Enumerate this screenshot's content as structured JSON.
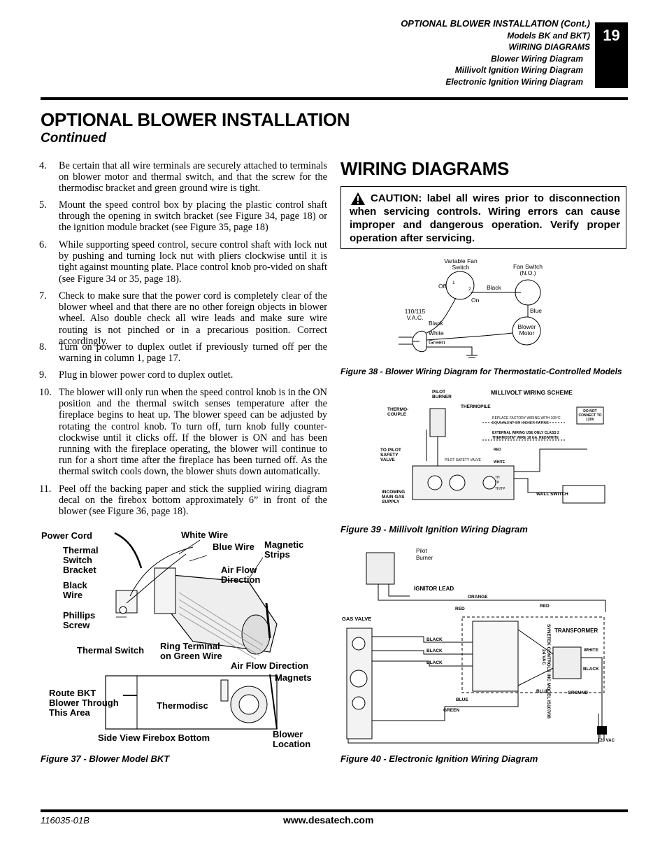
{
  "header": {
    "lines": [
      "OPTIONAL BLOWER INSTALLATION (Cont.)",
      "Models BK and BKT)",
      "WiIRING DIAGRAMS",
      "Blower Wiring Diagram",
      "Millivolt Ignition Wiring Diagram",
      "Electronic Ignition Wiring Diagram"
    ],
    "page_number": "19"
  },
  "section_left": {
    "title": "OPTIONAL BLOWER INSTALLATION",
    "subtitle": "Continued"
  },
  "steps": [
    {
      "num": "4.",
      "text": "Be certain that all wire terminals are securely attached to terminals on blower motor  and thermal switch, and that the screw for the thermodisc bracket and green ground wire is tight."
    },
    {
      "num": "5.",
      "text": "Mount the speed control box by placing the plastic control shaft through the opening in switch bracket (see Figure 34, page 18) or the ignition module bracket (see Figure 35, page 18)"
    },
    {
      "num": "6.",
      "text": "While supporting speed control, secure control shaft with lock nut by pushing and turning lock nut with pliers clockwise until it is tight against mounting plate. Place control knob pro-vided on shaft (see Figure 34 or 35, page 18)."
    },
    {
      "num": "7.",
      "text": "Check to make sure that the power cord is completely clear of the blower wheel and that there are no other foreign objects in blower wheel. Also double check all wire leads and make sure wire routing is not pinched or in a precarious position. Correct accordingly."
    },
    {
      "num": "8.",
      "text": "Turn on power to duplex outlet if previously turned off per the warning in column 1, page 17."
    },
    {
      "num": "9.",
      "text": "Plug in blower power cord to duplex outlet."
    },
    {
      "num": "10.",
      "text": "The blower will only run when the speed control knob is in the ON position and the thermal switch senses temperature after the fireplace begins to heat up. The blower speed can be adjusted by rotating the control knob. To turn off, turn knob fully counter-clockwise until it clicks off. If the blower is ON and has been running with the fireplace operating, the blower will continue to run for a short time after the fireplace has been turned off. As the thermal switch cools down, the blower shuts down automatically."
    },
    {
      "num": "11.",
      "text": "Peel off the backing paper and stick the supplied wiring diagram decal on the firebox bottom approximately 6” in front of the blower (see Figure 36, page 18)."
    }
  ],
  "fig37": {
    "labels": {
      "power_cord": "Power Cord",
      "white_wire": "White Wire",
      "thermal_switch_bracket": "Thermal Switch Bracket",
      "blue_wire": "Blue Wire",
      "magnetic_strips": "Magnetic Strips",
      "air_flow_direction": "Air Flow Direction",
      "black_wire": "Black Wire",
      "phillips_screw": "Phillips Screw",
      "thermal_switch": "Thermal Switch",
      "ring_terminal": "Ring Terminal on Green Wire",
      "air_flow_direction2": "Air Flow Direction",
      "magnets": "Magnets",
      "route_bkt": "Route BKT Blower Through This Area",
      "thermodisc": "Thermodisc",
      "side_view": "Side View Firebox Bottom",
      "blower_location": "Blower Location"
    },
    "caption": "Figure 37 - Blower Model BKT"
  },
  "section_right": {
    "title": "WIRING DIAGRAMS",
    "caution": "CAUTION: label all wires prior to disconnection when servicing controls. Wiring errors can cause improper and dangerous operation. Verify proper operation after servicing."
  },
  "fig38": {
    "labels": {
      "variable_fan_switch": "Variable Fan Switch",
      "fan_switch_no": "Fan Switch (N.O.)",
      "off": "Off",
      "on": "On",
      "black_top": "Black",
      "blue": "Blue",
      "vac": "110/115 V.A.C.",
      "black": "Black",
      "white": "White",
      "green": "Green",
      "blower_motor": "Blower Motor",
      "one": "1",
      "two": "2"
    },
    "caption": "Figure 38 - Blower Wiring Diagram for Thermostatic-Controlled Models"
  },
  "fig39": {
    "labels": {
      "pilot_burner": "PILOT BURNER",
      "scheme": "MILLIVOLT WIRING SCHEME",
      "thermocouple": "THERMO-COUPLE",
      "thermopile": "THERMOPILE",
      "replace": "REPLACE FACTORY WIRING WITH 105°C EQUIVALENT OR HIGHER RATING",
      "do_not": "DO NOT CONNECT TO 120V",
      "external": "EXTERNAL WIRING USE ONLY CLASS 2 THERMOSTAT WIRE 18 GA. RED/WHITE",
      "to_pilot": "TO PILOT SAFETY VALVE",
      "red": "RED",
      "pilot_safety_valve": "PILOT SAFETY VALVE",
      "white": "WHITE",
      "th": "TH",
      "tp": "TP",
      "thtp": "TH/TP",
      "incoming": "INCOMING MAIN GAS SUPPLY",
      "wall_switch": "WALL SWITCH"
    },
    "caption": "Figure 39 - Millivolt Ignition Wiring Diagram"
  },
  "fig40": {
    "labels": {
      "pilot_burner": "Pilot Burner",
      "ignitor_lead": "IGNITOR LEAD",
      "orange": "ORANGE",
      "red": "RED",
      "gas_valve": "GAS VALVE",
      "red2": "RED",
      "transformer": "TRANSFORMER",
      "black1": "BLACK",
      "black2": "BLACK",
      "black3": "BLACK",
      "white": "WHITE",
      "black_t": "BLACK",
      "module": "SYNETEK CONTROLS INC MODEL IS107/08",
      "vac24": "24 VAC",
      "blue": "BLUE",
      "blue2": "BLUE",
      "ground": "GROUND",
      "green": "GREEN",
      "vac120": "120 VAC"
    },
    "caption": "Figure 40 - Electronic Ignition Wiring Diagram"
  },
  "footer": {
    "doc_number": "116035-01B",
    "website": "www.desatech.com"
  }
}
